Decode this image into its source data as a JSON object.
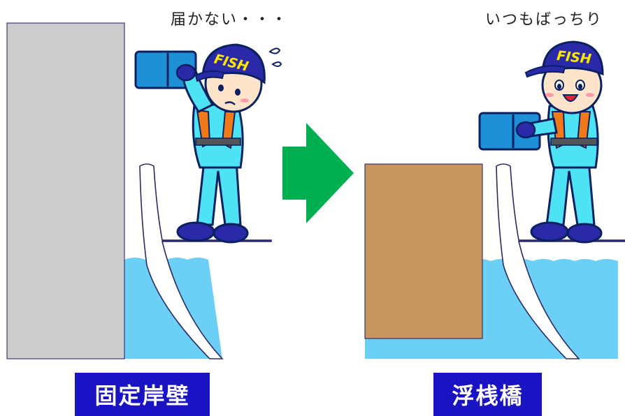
{
  "left_panel": {
    "caption": "届かない・・・",
    "label": "固定岸壁",
    "cap_text": "FISH"
  },
  "right_panel": {
    "caption": "いつもばっちり",
    "label": "浮桟橋",
    "cap_text": "FISH"
  },
  "colors": {
    "wall": "#cccccc",
    "pontoon": "#c9955e",
    "water": "#6ccff6",
    "arrow": "#00b050",
    "label_bg": "#1a13c4",
    "suit": "#4de3f5",
    "helmet": "#2a2aa8",
    "box": "#1e90d6",
    "vest": "#f07a1a"
  }
}
